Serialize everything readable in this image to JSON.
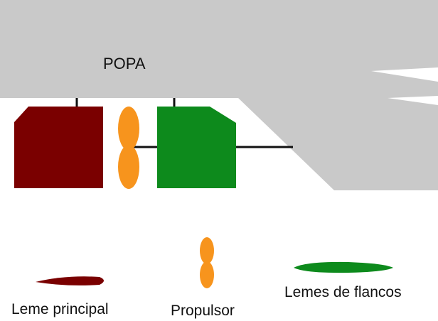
{
  "diagram": {
    "hull_label": "POPA",
    "legend": {
      "main_rudder": "Leme principal",
      "propeller": "Propulsor",
      "flank_rudders": "Lemes de flancos"
    },
    "colors": {
      "hull": "#c9c9c9",
      "main_rudder": "#7a0000",
      "propeller": "#f7941d",
      "flank_rudder": "#0d8a1c",
      "shaft": "#111111"
    }
  }
}
